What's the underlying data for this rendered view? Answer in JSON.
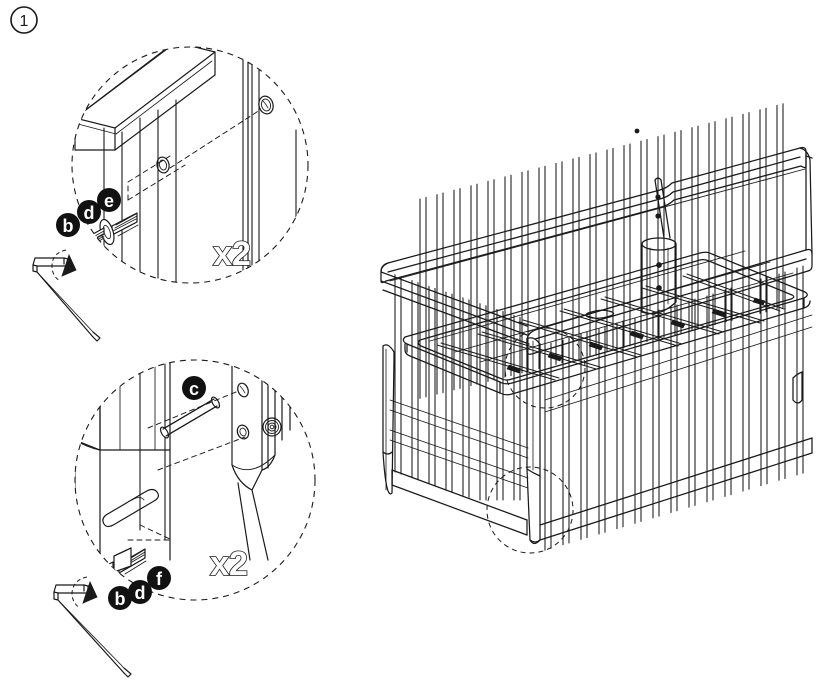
{
  "document": {
    "type": "furniture-assembly-instruction",
    "step_badge": "1",
    "background_color": "#ffffff",
    "line_color": "#1a1a1a",
    "label_fill_color": "#111111",
    "label_text_color": "#ffffff"
  },
  "step": {
    "number": "1",
    "badge_shape": "circle"
  },
  "detail_views": [
    {
      "id": "detail-top",
      "position": "upper-left",
      "quantity_label": "x2",
      "boundary_style": "dashed-circle",
      "parts": [
        {
          "key": "b",
          "label": "b",
          "role": "hex-socket-bolt"
        },
        {
          "key": "d",
          "label": "d",
          "role": "washer"
        },
        {
          "key": "e",
          "label": "e",
          "role": "barrel-nut"
        }
      ],
      "tool": "allen-key",
      "rotation_arrow": true
    },
    {
      "id": "detail-bottom",
      "position": "lower-left",
      "quantity_label": "x2",
      "boundary_style": "dashed-circle",
      "parts": [
        {
          "key": "c",
          "label": "c",
          "role": "wooden-dowel-pin"
        },
        {
          "key": "b",
          "label": "b",
          "role": "hex-socket-bolt"
        },
        {
          "key": "d",
          "label": "d",
          "role": "washer"
        },
        {
          "key": "f",
          "label": "f",
          "role": "threaded-insert"
        }
      ],
      "tool": "allen-key",
      "rotation_arrow": true
    }
  ],
  "main_illustration": {
    "id": "crib-assembly",
    "caption": "",
    "view": "isometric",
    "components": [
      "top-rail",
      "side-panel-slats",
      "end-panel-slats",
      "mattress-base-frame",
      "support-slats",
      "corner-post",
      "tapered-leg"
    ],
    "callout_circles": 2
  },
  "labels": {
    "b": "b",
    "c": "c",
    "d": "d",
    "e": "e",
    "f": "f",
    "x2_top": "x2",
    "x2_bottom": "x2"
  }
}
